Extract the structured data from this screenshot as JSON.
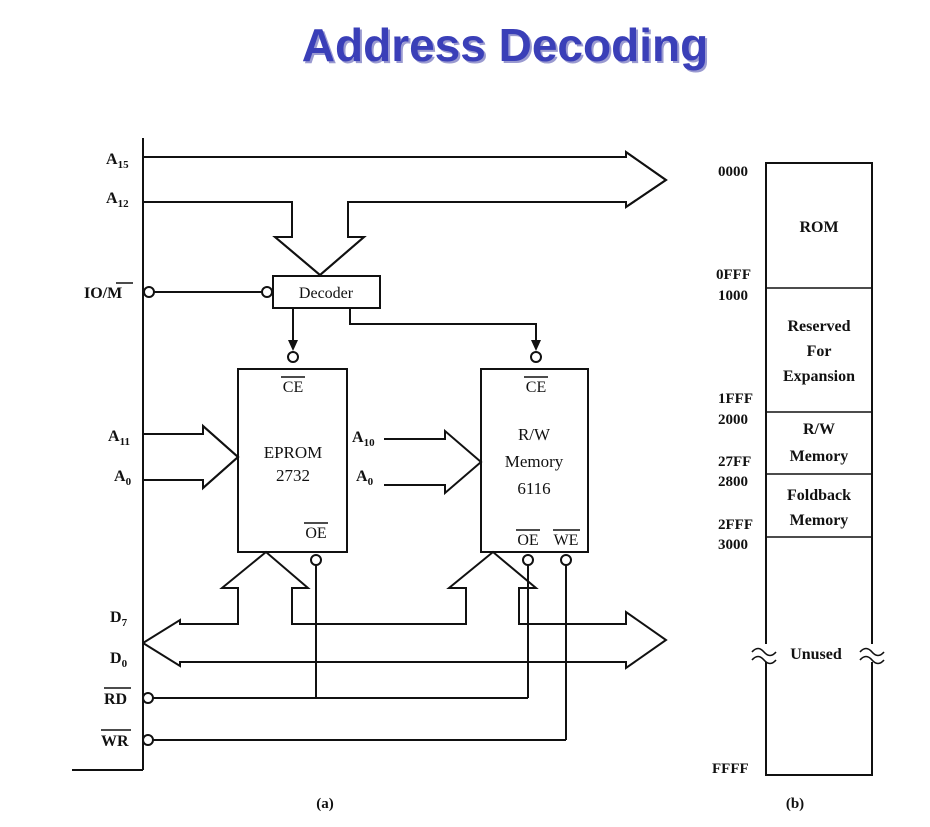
{
  "title": "Address Decoding",
  "diagram_a": {
    "caption": "(a)",
    "signals": {
      "a15": "A",
      "a15_sub": "15",
      "a12": "A",
      "a12_sub": "12",
      "iom": "IO/",
      "iom_bar": "M",
      "a11": "A",
      "a11_sub": "11",
      "a0_left": "A",
      "a0_left_sub": "0",
      "a10": "A",
      "a10_sub": "10",
      "a0_mid": "A",
      "a0_mid_sub": "0",
      "d7": "D",
      "d7_sub": "7",
      "d0": "D",
      "d0_sub": "0",
      "rd": "RD",
      "wr": "WR"
    },
    "decoder": "Decoder",
    "eprom": {
      "ce": "CE",
      "name": "EPROM",
      "part": "2732",
      "oe": "OE"
    },
    "rw": {
      "ce": "CE",
      "line1": "R/W",
      "line2": "Memory",
      "part": "6116",
      "oe": "OE",
      "we": "WE"
    }
  },
  "diagram_b": {
    "caption": "(b)",
    "addresses": {
      "a0000": "0000",
      "a0fff": "0FFF",
      "a1000": "1000",
      "a1fff": "1FFF",
      "a2000": "2000",
      "a27ff": "27FF",
      "a2800": "2800",
      "a2fff": "2FFF",
      "a3000": "3000",
      "affff": "FFFF"
    },
    "regions": {
      "rom": "ROM",
      "reserved1": "Reserved",
      "reserved2": "For",
      "reserved3": "Expansion",
      "rw1": "R/W",
      "rw2": "Memory",
      "fold1": "Foldback",
      "fold2": "Memory",
      "unused": "Unused"
    }
  }
}
